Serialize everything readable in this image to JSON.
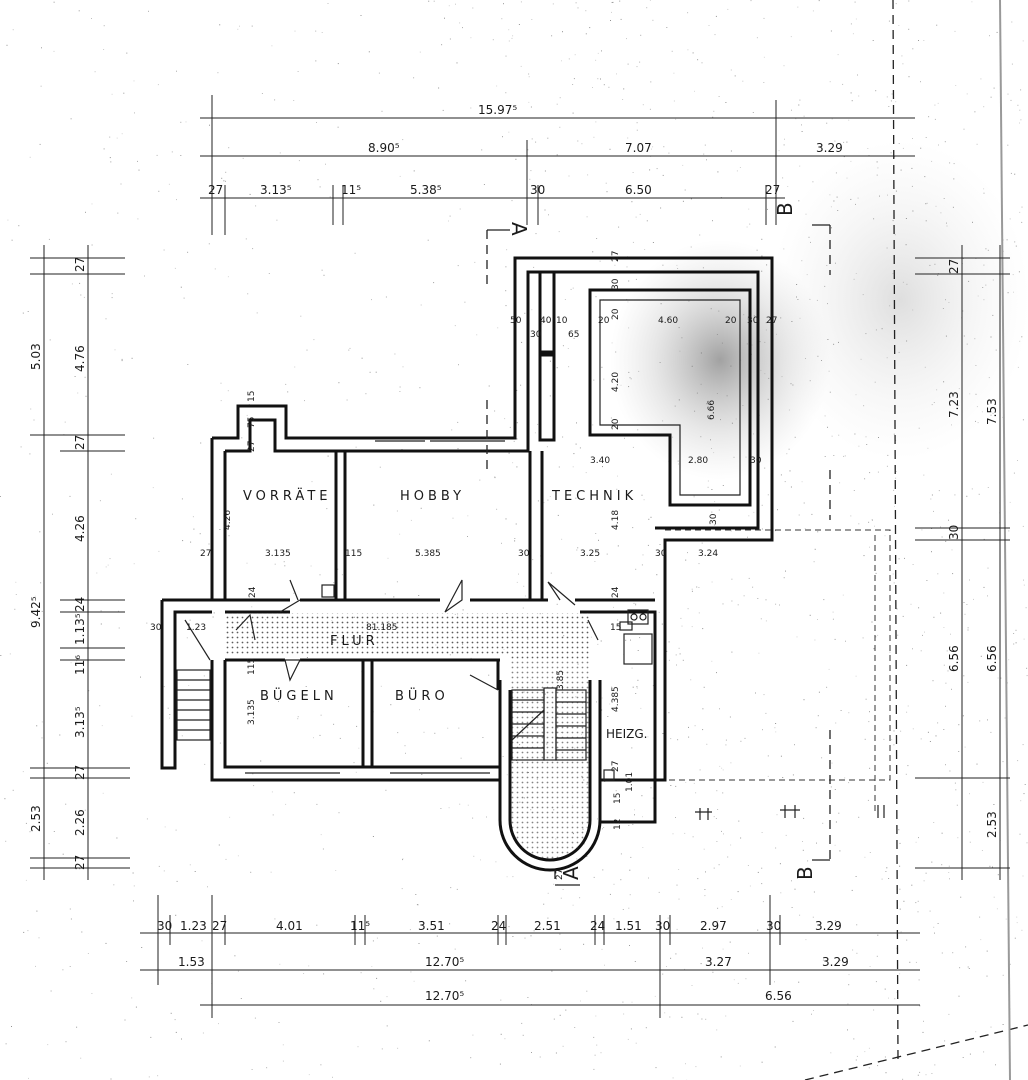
{
  "rooms": {
    "vorraete": "VORRÄTE",
    "hobby": "HOBBY",
    "technik": "TECHNIK",
    "flur": "FLUR",
    "buegeln": "BÜGELN",
    "buero": "BÜRO",
    "heizg": "HEIZG."
  },
  "section_marks": {
    "a_top": "A",
    "a_bottom": "A",
    "b_top": "B",
    "b_bottom": "B"
  },
  "dims_top": {
    "overall": "15.97⁵",
    "left": "8.90⁵",
    "mid": "7.07",
    "right": "3.29",
    "d27a": "27",
    "d313": "3.13⁵",
    "d115": "11⁵",
    "d538": "5.38⁵",
    "d30": "30",
    "d650": "6.50",
    "d27b": "27"
  },
  "dims_left": {
    "d27a": "27",
    "d476": "4.76",
    "d503": "5.03",
    "d27b": "27",
    "d426": "4.26",
    "d9425": "9.42⁵",
    "d24": "24",
    "d1135": "1.13⁵",
    "d116": "11⁶",
    "d3135": "3.13⁵",
    "d27c": "27",
    "d226": "2.26",
    "d253": "2.53",
    "d27d": "27"
  },
  "dims_right": {
    "d27a": "27",
    "d723": "7.23",
    "d753": "7.53",
    "d30": "30",
    "d656a": "6.56",
    "d656b": "6.56",
    "d253": "2.53"
  },
  "dims_bottom": {
    "d30a": "30",
    "d123": "1.23",
    "d27": "27",
    "d401": "4.01",
    "d115": "11⁵",
    "d351": "3.51",
    "d24a": "24",
    "d251": "2.51",
    "d24b": "24",
    "d151": "1.51",
    "d30b": "30",
    "d297": "2.97",
    "d30c": "30",
    "d329a": "3.29",
    "d153": "1.53",
    "d1270a": "12.70⁵",
    "d327": "3.27",
    "d329b": "3.29",
    "d1270b": "12.70⁵",
    "d656": "6.56"
  },
  "dims_inner": {
    "t30a": "30",
    "t27": "27",
    "t50": "50",
    "t40": "40",
    "t10": "10",
    "t30b": "30",
    "t65": "65",
    "t20a": "20",
    "t20b": "20",
    "t460": "4.60",
    "t20c": "20",
    "t30c": "30",
    "t27b": "27",
    "t420": "4.20",
    "t20d": "20",
    "t666": "6.66",
    "t340": "3.40",
    "t280": "2.80",
    "t30d": "30",
    "t418": "4.18",
    "t30e": "30",
    "t15a": "15",
    "t75": "75",
    "t27c": "27",
    "t426": "4.26",
    "r27": "27",
    "r3135": "3.135",
    "r115": "115",
    "r5385": "5.385",
    "r30": "30",
    "r325": "3.25",
    "r30b": "30",
    "r324": "3.24",
    "r24a": "24",
    "r24b": "24",
    "r30c": "30",
    "r123": "1.23",
    "r8185": "81.185",
    "r15": "15",
    "r115b": "115",
    "r3135b": "3.135",
    "r4385": "4.385",
    "r385": "3.85",
    "r101": "1.01",
    "r15b": "15",
    "r12": "12",
    "r27b": "27",
    "r27c": "27"
  },
  "colors": {
    "ink": "#111111",
    "paper": "#ffffff",
    "toner": "#6b6b6b"
  }
}
